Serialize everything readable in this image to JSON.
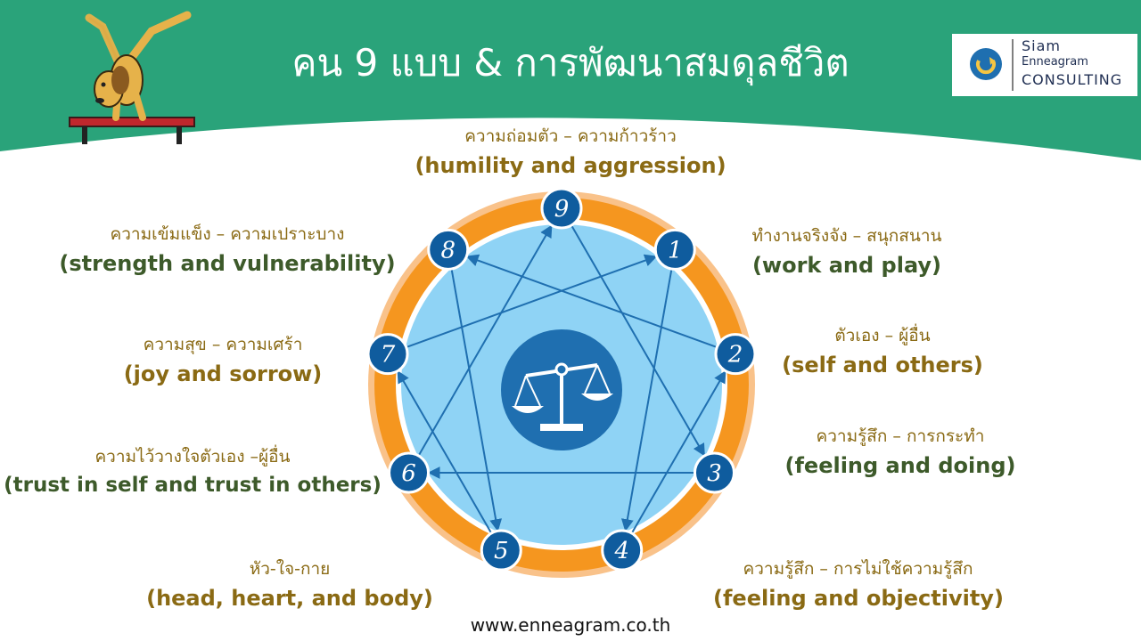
{
  "header": {
    "title": "คน 9 แบบ & การพัฒนาสมดุลชีวิต",
    "bg_color": "#2aa37a"
  },
  "logo": {
    "line1": "Siam",
    "line2": "Enneagram",
    "line3": "CONSULTING"
  },
  "pairs": [
    {
      "th": "ความถ่อมตัว – ความก้าวร้าว",
      "en": "(humility and aggression)"
    },
    {
      "th": "ทำงานจริงจัง –  สนุกสนาน",
      "en": "(work and play)"
    },
    {
      "th": "ตัวเอง – ผู้อื่น",
      "en": "(self and others)"
    },
    {
      "th": "ความรู้สึก – การกระทำ",
      "en": "(feeling and doing)"
    },
    {
      "th": "ความรู้สึก – การไม่ใช้ความรู้สึก",
      "en": "(feeling and objectivity)"
    },
    {
      "th": "หัว-ใจ-กาย",
      "en": "(head, heart, and body)"
    },
    {
      "th": "ความไว้วางใจตัวเอง –ผู้อื่น",
      "en": "(trust in self and trust in others)"
    },
    {
      "th": "ความสุข – ความเศร้า",
      "en": "(joy and sorrow)"
    },
    {
      "th": "ความเข้มแข็ง – ความเปราะบาง",
      "en": "(strength and vulnerability)"
    }
  ],
  "enneagram": {
    "points": [
      "1",
      "2",
      "3",
      "4",
      "5",
      "6",
      "7",
      "8",
      "9"
    ],
    "colors": {
      "ring": "#f5961f",
      "inner": "#8fd3f5",
      "line": "#1f6fb0",
      "node": "#0f5c9e",
      "scale": "#1f6fb0"
    }
  },
  "footer": {
    "url": "www.enneagram.co.th"
  }
}
